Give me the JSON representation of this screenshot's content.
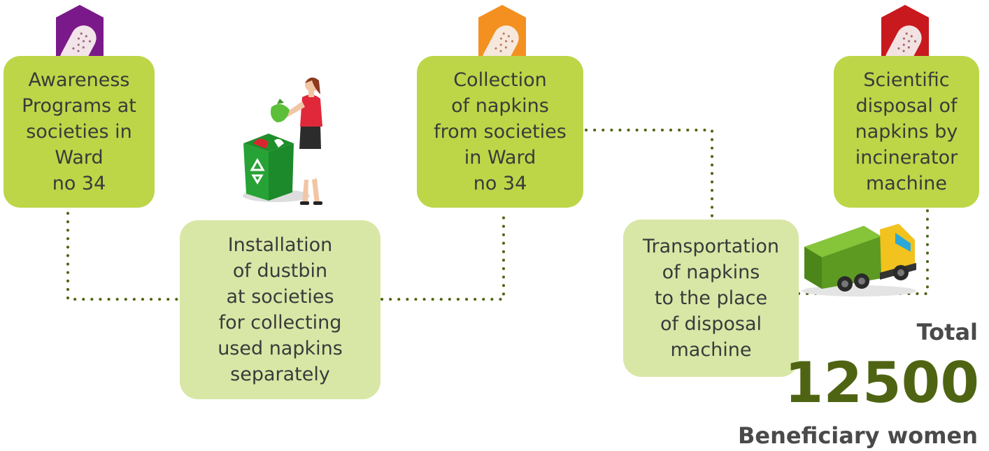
{
  "steps": [
    {
      "label": "Awareness\nPrograms at\nsocieties in\nWard\nno 34"
    },
    {
      "label": "Installation\nof dustbin\nat societies\nfor collecting\nused napkins\nseparately"
    },
    {
      "label": "Collection\nof napkins\nfrom societies\nin Ward\nno 34"
    },
    {
      "label": "Transportation\nof napkins\nto the place\nof disposal\nmachine"
    },
    {
      "label": "Scientific\ndisposal of\nnapkins by\nincinerator\nmachine"
    }
  ],
  "total": {
    "label": "Total",
    "value": "12500",
    "caption": "Beneficiary women"
  },
  "colors": {
    "dark_box": "#bcd648",
    "light_box": "#d8e7a6",
    "connector": "#4f6413",
    "badge_1": "#7a1a8a",
    "badge_2": "#f39020",
    "badge_3": "#c8191e"
  },
  "icons": [
    "sanitary-pad-icon",
    "dustbin-woman-illustration",
    "garbage-truck-illustration"
  ]
}
